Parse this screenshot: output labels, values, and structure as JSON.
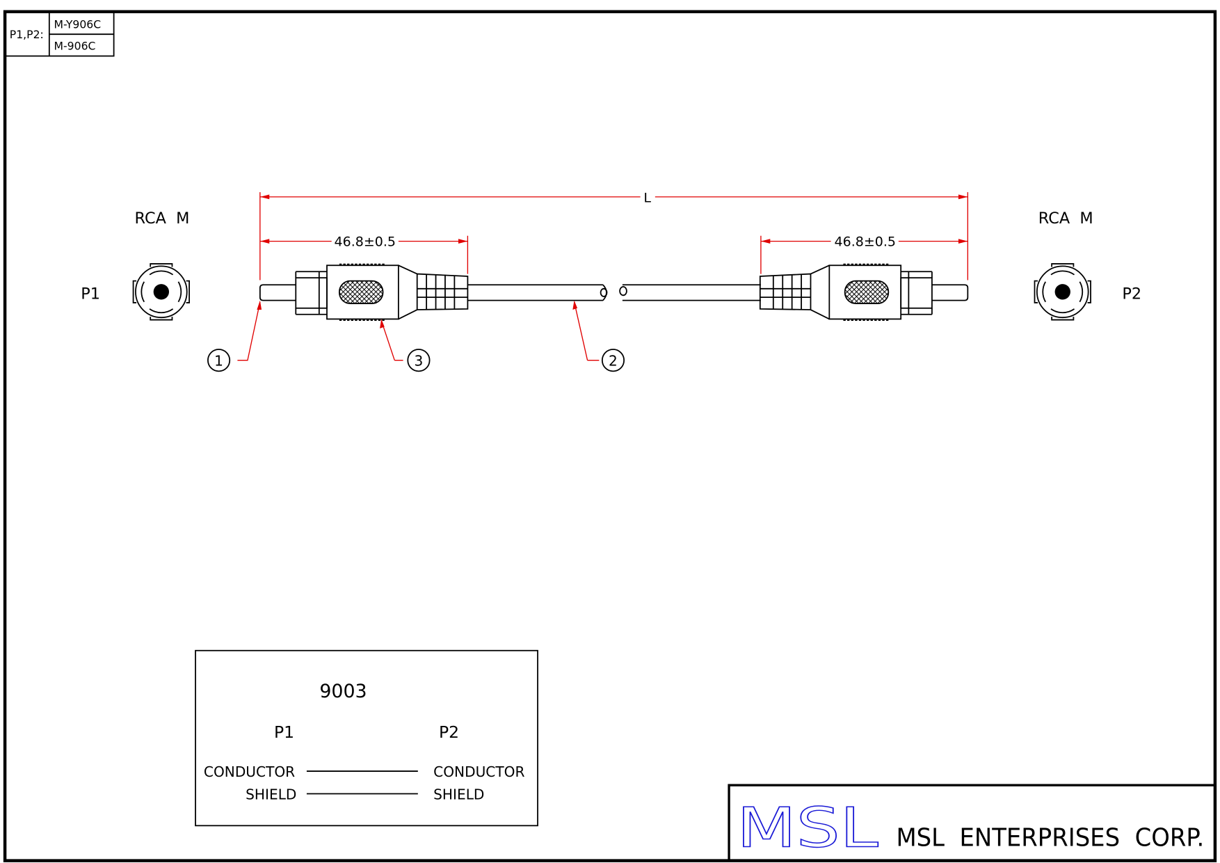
{
  "part_table": {
    "label": "P1,P2:",
    "parts": [
      "M-Y906C",
      "M-906C"
    ]
  },
  "dimensions": {
    "overall": "L",
    "left_plug": "46.8±0.5",
    "right_plug": "46.8±0.5"
  },
  "connectors": {
    "p1": {
      "label": "P1",
      "type": "RCA  M"
    },
    "p2": {
      "label": "P2",
      "type": "RCA  M"
    }
  },
  "callouts": [
    "1",
    "2",
    "3"
  ],
  "wiring": {
    "title": "9003",
    "left_header": "P1",
    "right_header": "P2",
    "rows": [
      {
        "left": "CONDUCTOR",
        "right": "CONDUCTOR"
      },
      {
        "left": "SHIELD",
        "right": "SHIELD"
      }
    ]
  },
  "title_block": {
    "logo": "MSL",
    "company": "MSL  ENTERPRISES  CORP."
  },
  "colors": {
    "dimension": "#e00000",
    "logo": "#1a1ad6"
  }
}
